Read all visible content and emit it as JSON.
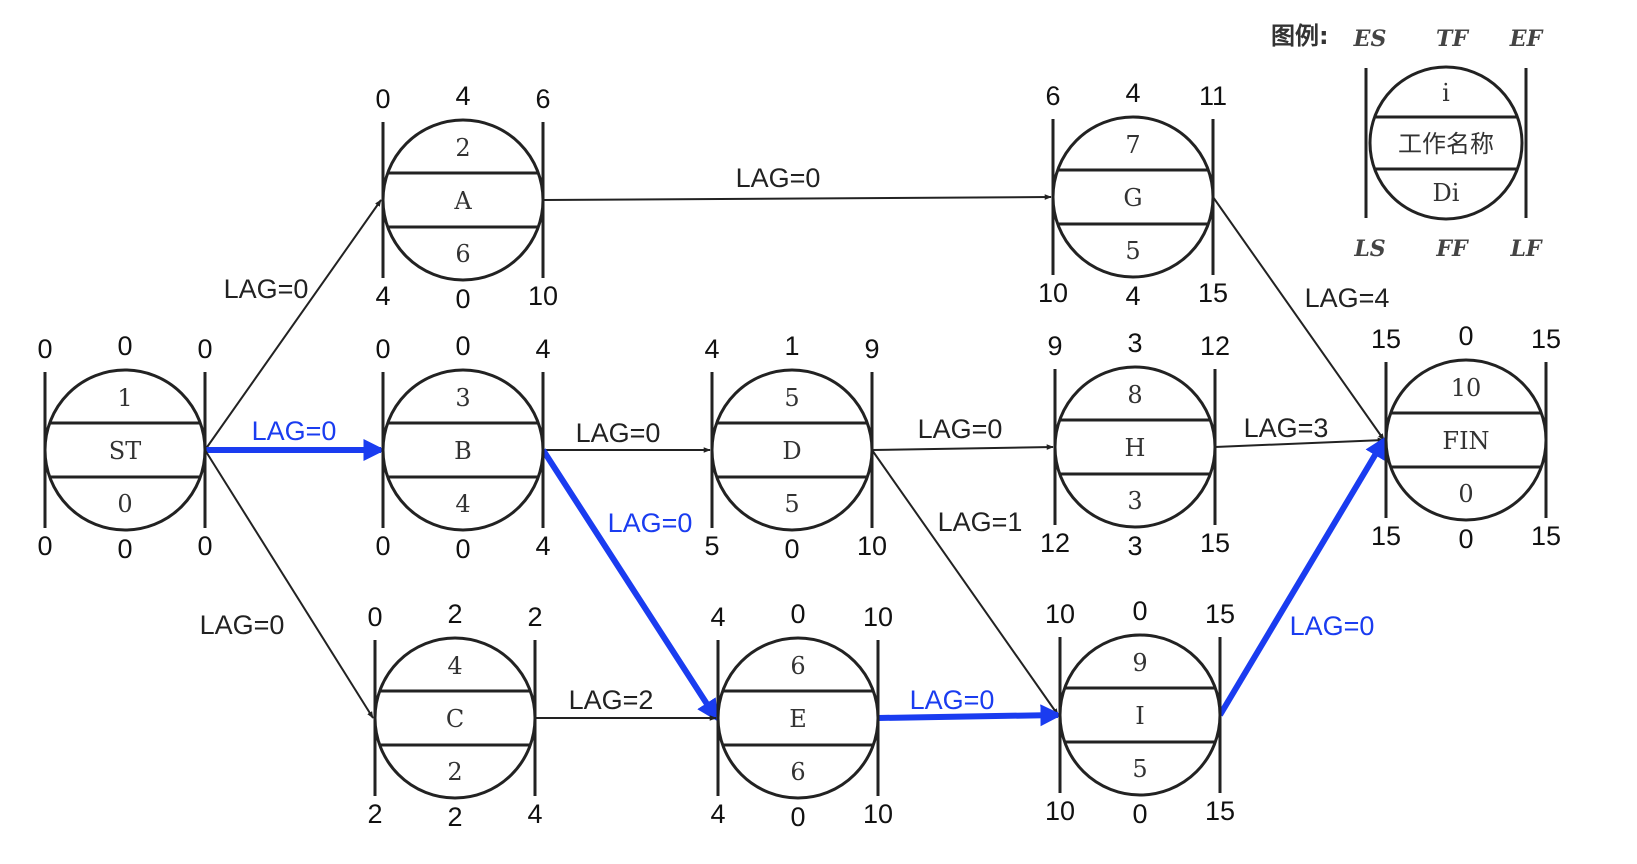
{
  "colors": {
    "critical": "#1a3cf0",
    "normal": "#222222",
    "ink": "#111111"
  },
  "legend": {
    "title": "图例:",
    "top": [
      "ES",
      "TF",
      "EF"
    ],
    "bottom": [
      "LS",
      "FF",
      "LF"
    ],
    "inner": [
      "i",
      "工作名称",
      "Di"
    ]
  },
  "nodes": [
    {
      "id": "ST",
      "number": "1",
      "name": "ST",
      "duration": "0",
      "es": "0",
      "tf": "0",
      "ef": "0",
      "ls": "0",
      "ff": "0",
      "lf": "0"
    },
    {
      "id": "A",
      "number": "2",
      "name": "A",
      "duration": "6",
      "es": "0",
      "tf": "4",
      "ef": "6",
      "ls": "4",
      "ff": "0",
      "lf": "10"
    },
    {
      "id": "B",
      "number": "3",
      "name": "B",
      "duration": "4",
      "es": "0",
      "tf": "0",
      "ef": "4",
      "ls": "0",
      "ff": "0",
      "lf": "4"
    },
    {
      "id": "C",
      "number": "4",
      "name": "C",
      "duration": "2",
      "es": "0",
      "tf": "2",
      "ef": "2",
      "ls": "2",
      "ff": "2",
      "lf": "4"
    },
    {
      "id": "D",
      "number": "5",
      "name": "D",
      "duration": "5",
      "es": "4",
      "tf": "1",
      "ef": "9",
      "ls": "5",
      "ff": "0",
      "lf": "10"
    },
    {
      "id": "E",
      "number": "6",
      "name": "E",
      "duration": "6",
      "es": "4",
      "tf": "0",
      "ef": "10",
      "ls": "4",
      "ff": "0",
      "lf": "10"
    },
    {
      "id": "G",
      "number": "7",
      "name": "G",
      "duration": "5",
      "es": "6",
      "tf": "4",
      "ef": "11",
      "ls": "10",
      "ff": "4",
      "lf": "15"
    },
    {
      "id": "H",
      "number": "8",
      "name": "H",
      "duration": "3",
      "es": "9",
      "tf": "3",
      "ef": "12",
      "ls": "12",
      "ff": "3",
      "lf": "15"
    },
    {
      "id": "I",
      "number": "9",
      "name": "I",
      "duration": "5",
      "es": "10",
      "tf": "0",
      "ef": "15",
      "ls": "10",
      "ff": "0",
      "lf": "15"
    },
    {
      "id": "FIN",
      "number": "10",
      "name": "FIN",
      "duration": "0",
      "es": "15",
      "tf": "0",
      "ef": "15",
      "ls": "15",
      "ff": "0",
      "lf": "15"
    }
  ],
  "edges": [
    {
      "from": "ST",
      "to": "A",
      "label": "LAG=0",
      "critical": false
    },
    {
      "from": "ST",
      "to": "B",
      "label": "LAG=0",
      "critical": true
    },
    {
      "from": "ST",
      "to": "C",
      "label": "LAG=0",
      "critical": false
    },
    {
      "from": "A",
      "to": "G",
      "label": "LAG=0",
      "critical": false
    },
    {
      "from": "B",
      "to": "D",
      "label": "LAG=0",
      "critical": false
    },
    {
      "from": "B",
      "to": "E",
      "label": "LAG=0",
      "critical": true
    },
    {
      "from": "C",
      "to": "E",
      "label": "LAG=2",
      "critical": false
    },
    {
      "from": "D",
      "to": "H",
      "label": "LAG=0",
      "critical": false
    },
    {
      "from": "D",
      "to": "I",
      "label": "LAG=1",
      "critical": false
    },
    {
      "from": "E",
      "to": "I",
      "label": "LAG=0",
      "critical": true
    },
    {
      "from": "G",
      "to": "FIN",
      "label": "LAG=4",
      "critical": false
    },
    {
      "from": "H",
      "to": "FIN",
      "label": "LAG=3",
      "critical": false
    },
    {
      "from": "I",
      "to": "FIN",
      "label": "LAG=0",
      "critical": true
    }
  ]
}
